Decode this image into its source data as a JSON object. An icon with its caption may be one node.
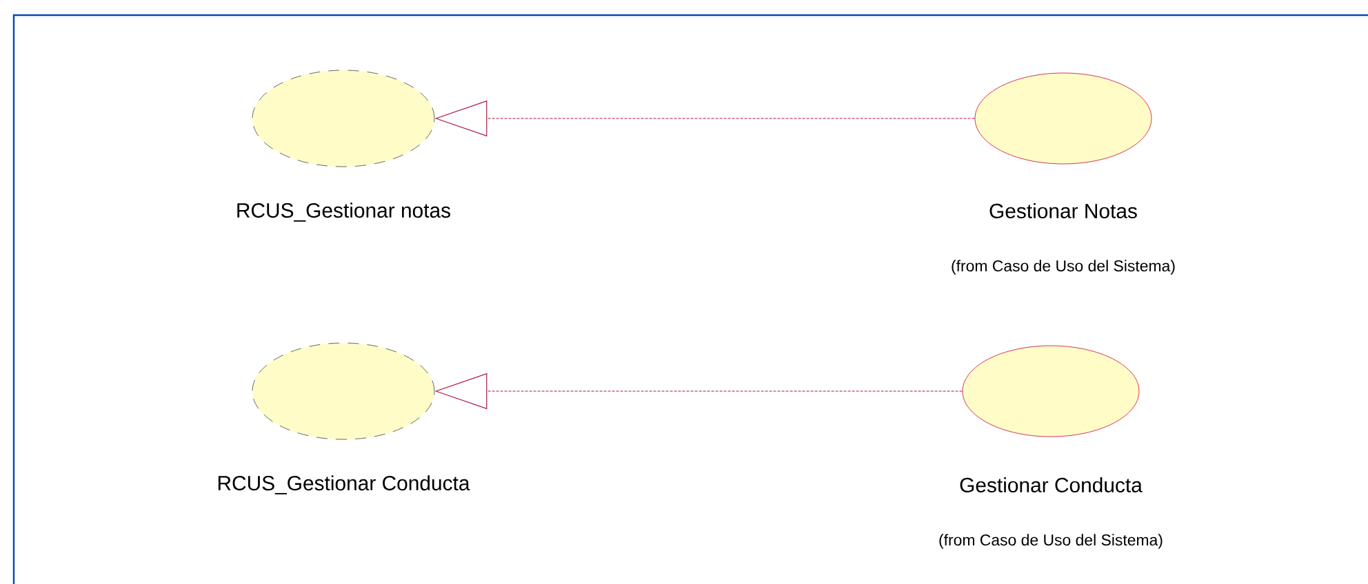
{
  "diagram": {
    "nodes": [
      {
        "text": [
          "RCUS_Gestionar notas"
        ]
      },
      {
        "text": [
          "Gestionar Notas",
          "(from Caso de Uso del Sistema)"
        ]
      },
      {
        "text": [
          "RCUS_Gestionar Conducta"
        ]
      },
      {
        "text": [
          "Gestionar Conducta",
          "(from Caso de Uso del Sistema)"
        ]
      }
    ],
    "edges": [
      {
        "from": 1,
        "to": 0,
        "arrow": "to",
        "style": "dashed",
        "color": "#b0173f"
      },
      {
        "from": 3,
        "to": 2,
        "arrow": "to",
        "style": "dashed",
        "color": "#b0173f"
      }
    ]
  }
}
